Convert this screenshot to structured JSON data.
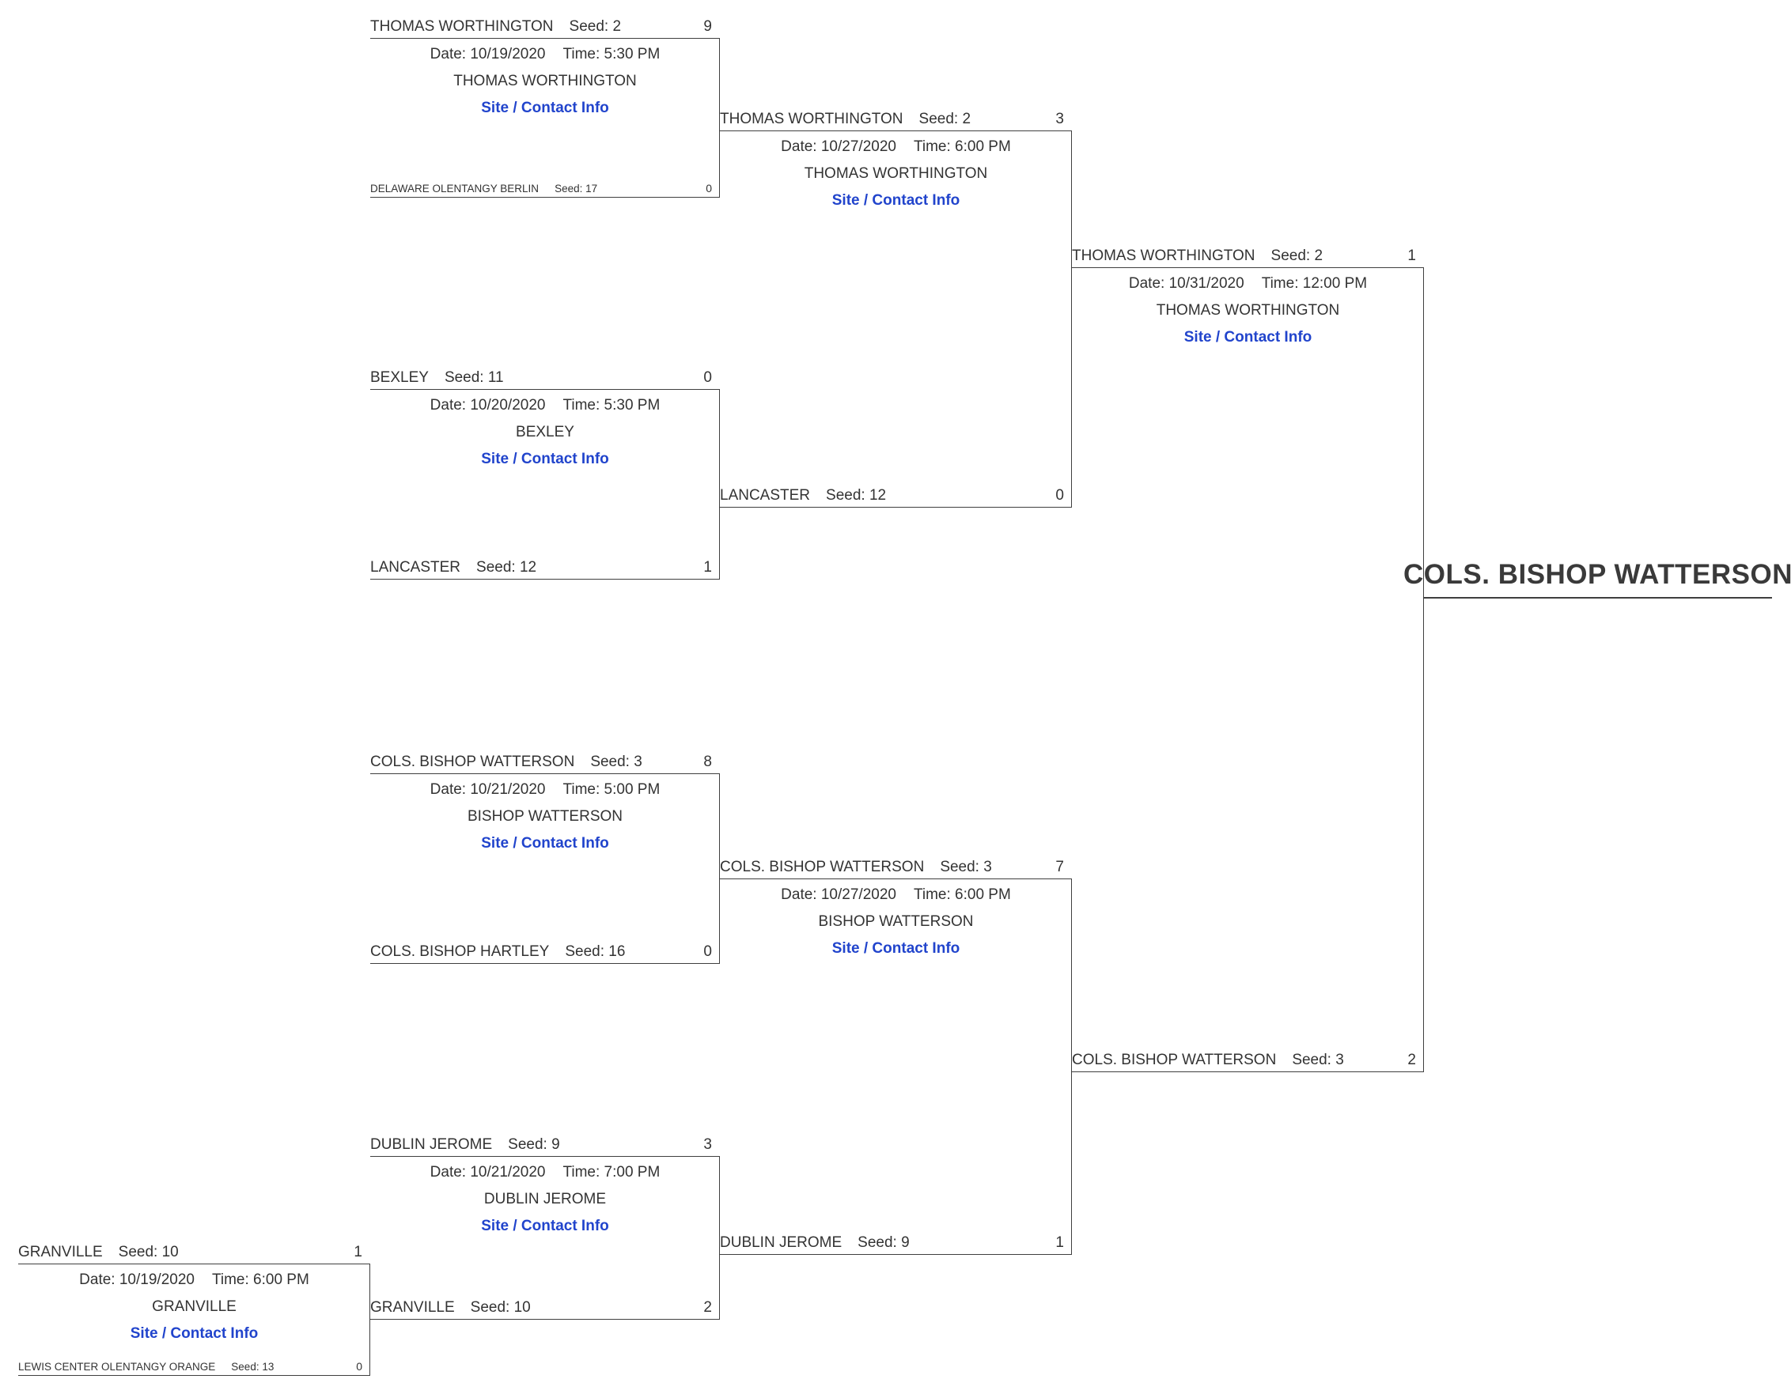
{
  "colors": {
    "link": "#2144cc",
    "text": "#333333",
    "line": "#3f3f3f"
  },
  "champion": "COLS. BISHOP WATTERSON",
  "matches": {
    "playin": {
      "top": {
        "name": "GRANVILLE",
        "seed": "Seed: 10",
        "score": "1"
      },
      "bottom": {
        "name": "LEWIS CENTER OLENTANGY ORANGE",
        "seed": "Seed: 13",
        "score": "0"
      },
      "date": "Date: 10/19/2020",
      "time": "Time: 6:00 PM",
      "location": "GRANVILLE",
      "link": "Site / Contact Info"
    },
    "r1m1": {
      "top": {
        "name": "THOMAS WORTHINGTON",
        "seed": "Seed: 2",
        "score": "9"
      },
      "bottom": {
        "name": "DELAWARE OLENTANGY BERLIN",
        "seed": "Seed: 17",
        "score": "0"
      },
      "date": "Date: 10/19/2020",
      "time": "Time: 5:30 PM",
      "location": "THOMAS WORTHINGTON",
      "link": "Site / Contact Info"
    },
    "r1m2": {
      "top": {
        "name": "BEXLEY",
        "seed": "Seed: 11",
        "score": "0"
      },
      "bottom": {
        "name": "LANCASTER",
        "seed": "Seed: 12",
        "score": "1"
      },
      "date": "Date: 10/20/2020",
      "time": "Time: 5:30 PM",
      "location": "BEXLEY",
      "link": "Site / Contact Info"
    },
    "r1m3": {
      "top": {
        "name": "COLS. BISHOP WATTERSON",
        "seed": "Seed: 3",
        "score": "8"
      },
      "bottom": {
        "name": "COLS. BISHOP HARTLEY",
        "seed": "Seed: 16",
        "score": "0"
      },
      "date": "Date: 10/21/2020",
      "time": "Time: 5:00 PM",
      "location": "BISHOP WATTERSON",
      "link": "Site / Contact Info"
    },
    "r1m4": {
      "top": {
        "name": "DUBLIN JEROME",
        "seed": "Seed: 9",
        "score": "3"
      },
      "bottom": {
        "name": "GRANVILLE",
        "seed": "Seed: 10",
        "score": "2"
      },
      "date": "Date: 10/21/2020",
      "time": "Time: 7:00 PM",
      "location": "DUBLIN JEROME",
      "link": "Site / Contact Info"
    },
    "r2m1": {
      "top": {
        "name": "THOMAS WORTHINGTON",
        "seed": "Seed: 2",
        "score": "3"
      },
      "bottom": {
        "name": "LANCASTER",
        "seed": "Seed: 12",
        "score": "0"
      },
      "date": "Date: 10/27/2020",
      "time": "Time: 6:00 PM",
      "location": "THOMAS WORTHINGTON",
      "link": "Site / Contact Info"
    },
    "r2m2": {
      "top": {
        "name": "COLS. BISHOP WATTERSON",
        "seed": "Seed: 3",
        "score": "7"
      },
      "bottom": {
        "name": "DUBLIN JEROME",
        "seed": "Seed: 9",
        "score": "1"
      },
      "date": "Date: 10/27/2020",
      "time": "Time: 6:00 PM",
      "location": "BISHOP WATTERSON",
      "link": "Site / Contact Info"
    },
    "final": {
      "top": {
        "name": "THOMAS WORTHINGTON",
        "seed": "Seed: 2",
        "score": "1"
      },
      "bottom": {
        "name": "COLS. BISHOP WATTERSON",
        "seed": "Seed: 3",
        "score": "2"
      },
      "date": "Date: 10/31/2020",
      "time": "Time: 12:00 PM",
      "location": "THOMAS WORTHINGTON",
      "link": "Site / Contact Info"
    }
  }
}
